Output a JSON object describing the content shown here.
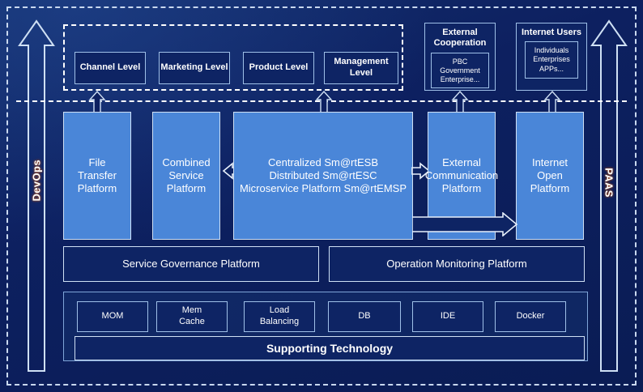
{
  "diagram": {
    "title": "Enterprise Service Platform Architecture",
    "colors": {
      "background": "#0d2060",
      "panel_fill": "#0e2464",
      "accent_blue": "#4a86d8",
      "border_light": "#cfe0f4",
      "text": "#ffffff"
    }
  },
  "left_rail": {
    "label": "DevOps"
  },
  "right_rail": {
    "label": "PAAS"
  },
  "consumer_levels": {
    "items": [
      {
        "label": "Channel Level"
      },
      {
        "label": "Marketing Level"
      },
      {
        "label": "Product Level"
      },
      {
        "label": "Management Level"
      }
    ]
  },
  "external_groups": [
    {
      "title": "External Cooperation",
      "inner": "PBC Government Enterprise..."
    },
    {
      "title": "Internet Users",
      "inner": "Individuals Enterprises APPs..."
    }
  ],
  "platforms": [
    {
      "label": "File Transfer Platform"
    },
    {
      "label": "Combined Service Platform"
    },
    {
      "label": "Centralized Sm@rtESB\nDistributed Sm@rtESC\nMicroservice Platform Sm@rtEMSP"
    },
    {
      "label": "External Communication Platform"
    },
    {
      "label": "Internet Open Platform"
    }
  ],
  "platform_lines": {
    "file_transfer": [
      "File",
      "Transfer",
      "Platform"
    ],
    "combined_service": [
      "Combined",
      "Service",
      "Platform"
    ],
    "esb": [
      "Centralized Sm@rtESB",
      "Distributed Sm@rtESC",
      "Microservice Platform Sm@rtEMSP"
    ],
    "external_comm": [
      "External",
      "Communication",
      "Platform"
    ],
    "internet_open": [
      "Internet",
      "Open",
      "Platform"
    ]
  },
  "management_row": [
    {
      "label": "Service Governance Platform"
    },
    {
      "label": "Operation Monitoring Platform"
    }
  ],
  "supporting_technology": {
    "banner": "Supporting Technology",
    "items": [
      {
        "label": "MOM"
      },
      {
        "label": "Mem Cache"
      },
      {
        "label": "Load Balancing"
      },
      {
        "label": "DB"
      },
      {
        "label": "IDE"
      },
      {
        "label": "Docker"
      }
    ],
    "item_lines": {
      "mom": [
        "MOM"
      ],
      "mem_cache": [
        "Mem",
        "Cache"
      ],
      "load_balancing": [
        "Load",
        "Balancing"
      ],
      "db": [
        "DB"
      ],
      "ide": [
        "IDE"
      ],
      "docker": [
        "Docker"
      ]
    }
  },
  "connectors": {
    "up_arrow_count": 4,
    "left_arrow": "combined-service-from-esb",
    "right_arrow": "esb-to-external-communication",
    "long_right_arrow": "esb-to-internet-open-platform"
  }
}
